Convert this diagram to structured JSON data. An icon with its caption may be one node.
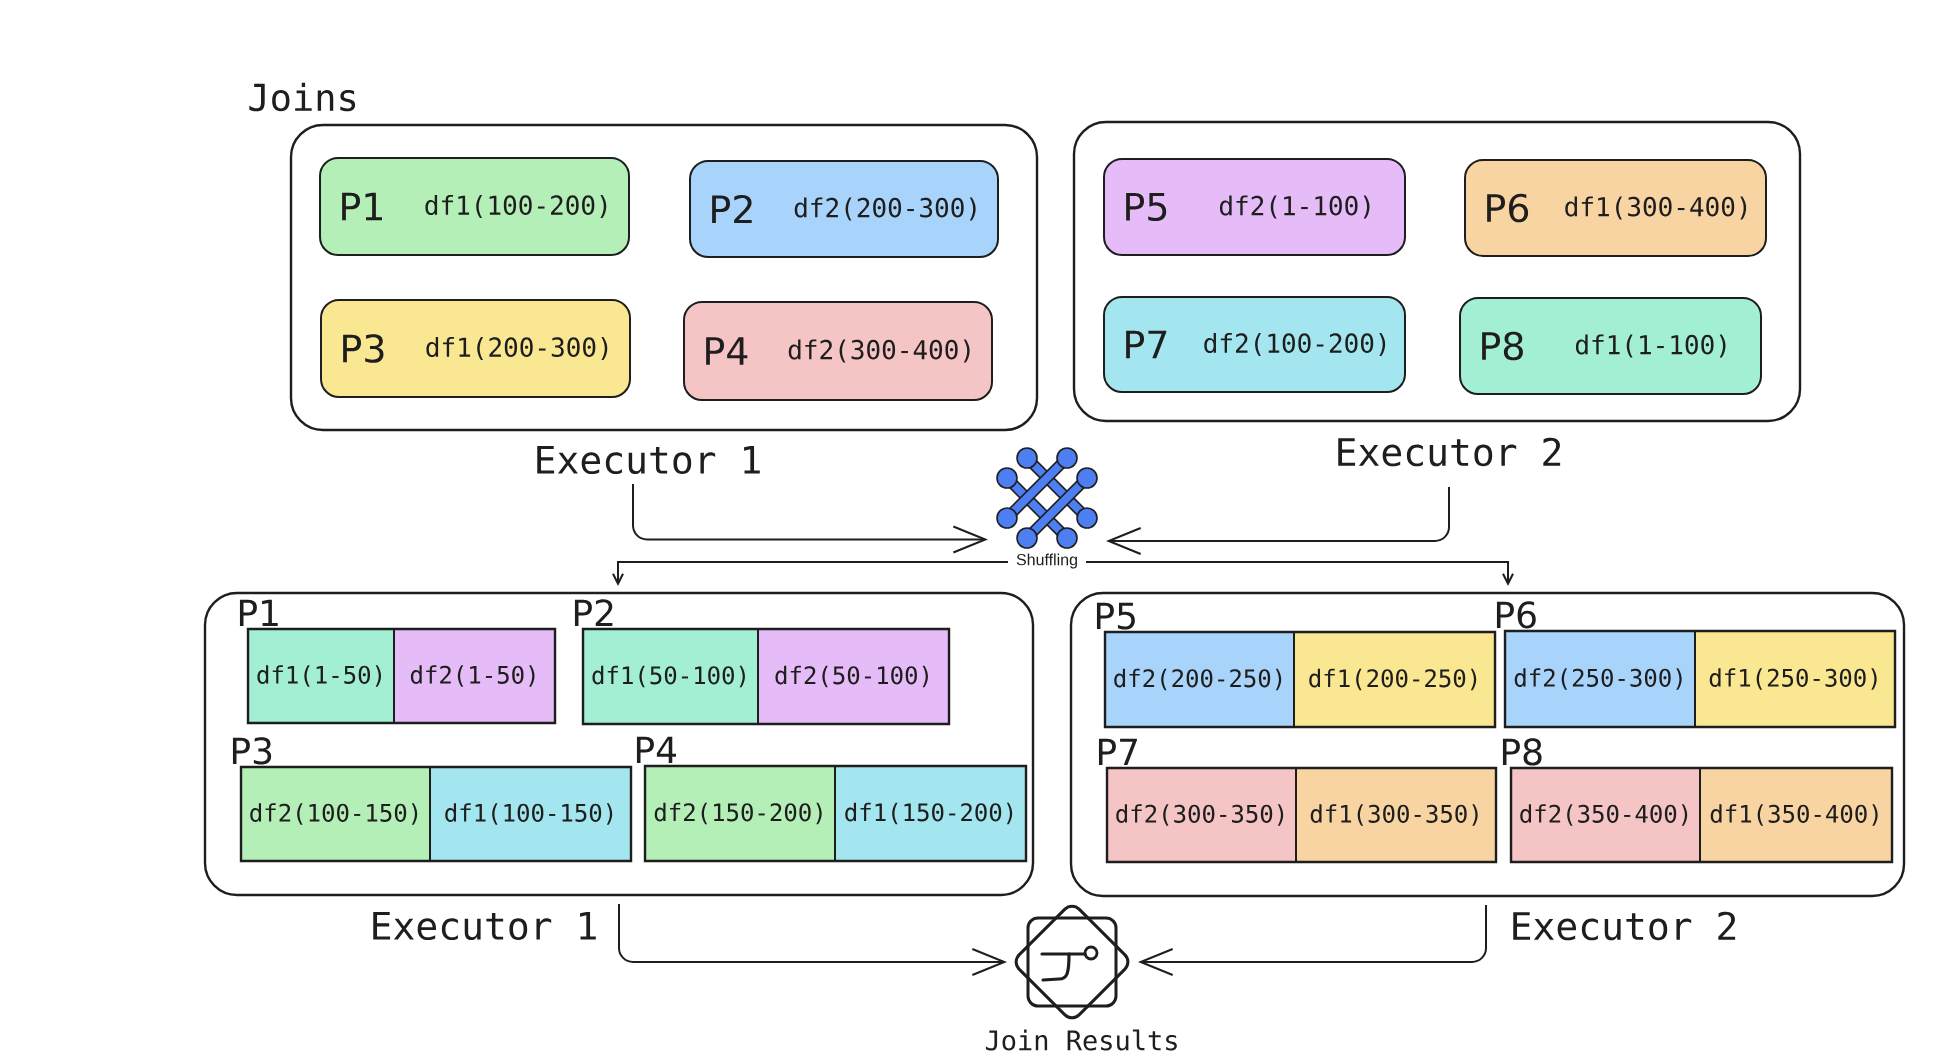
{
  "diagram": {
    "title": "Joins",
    "nodes": [
      {
        "text": [
          "Executor 1"
        ]
      },
      {
        "text": [
          "P1",
          "df1(100-200)"
        ],
        "in": 0
      },
      {
        "text": [
          "P2",
          "df2(200-300)"
        ],
        "in": 0
      },
      {
        "text": [
          "P3",
          "df1(200-300)"
        ],
        "in": 0
      },
      {
        "text": [
          "P4",
          "df2(300-400)"
        ],
        "in": 0
      },
      {
        "text": [
          "Executor 2"
        ]
      },
      {
        "text": [
          "P5",
          "df2(1-100)"
        ],
        "in": 5
      },
      {
        "text": [
          "P6",
          "df1(300-400)"
        ],
        "in": 5
      },
      {
        "text": [
          "P7",
          "df2(100-200)"
        ],
        "in": 5
      },
      {
        "text": [
          "P8",
          "df1(1-100)"
        ],
        "in": 5
      },
      {
        "text": [],
        "shape": "picture",
        "beside": [
          "Shuffling"
        ]
      },
      {
        "text": [
          "Executor 1"
        ]
      },
      {
        "text": [
          "P1"
        ],
        "in": 11
      },
      {
        "text": [
          "df1(1-50)"
        ],
        "in": 12
      },
      {
        "text": [
          "df2(1-50)"
        ],
        "in": 12
      },
      {
        "text": [
          "P2"
        ],
        "in": 11
      },
      {
        "text": [
          "df1(50-100)"
        ],
        "in": 15
      },
      {
        "text": [
          "df2(50-100)"
        ],
        "in": 15
      },
      {
        "text": [
          "P3"
        ],
        "in": 11
      },
      {
        "text": [
          "df2(100-150)"
        ],
        "in": 18
      },
      {
        "text": [
          "df1(100-150)"
        ],
        "in": 18
      },
      {
        "text": [
          "P4"
        ],
        "in": 11
      },
      {
        "text": [
          "df2(150-200)"
        ],
        "in": 21
      },
      {
        "text": [
          "df1(150-200)"
        ],
        "in": 21
      },
      {
        "text": [
          "Executor 2"
        ]
      },
      {
        "text": [
          "P5"
        ],
        "in": 24
      },
      {
        "text": [
          "df2(200-250)"
        ],
        "in": 25
      },
      {
        "text": [
          "df1(200-250)"
        ],
        "in": 25
      },
      {
        "text": [
          "P6"
        ],
        "in": 24
      },
      {
        "text": [
          "df2(250-300)"
        ],
        "in": 28
      },
      {
        "text": [
          "df1(250-300)"
        ],
        "in": 28
      },
      {
        "text": [
          "P7"
        ],
        "in": 24
      },
      {
        "text": [
          "df2(300-350)"
        ],
        "in": 31
      },
      {
        "text": [
          "df1(300-350)"
        ],
        "in": 31
      },
      {
        "text": [
          "P8"
        ],
        "in": 24
      },
      {
        "text": [
          "df2(350-400)"
        ],
        "in": 34
      },
      {
        "text": [
          "df1(350-400)"
        ],
        "in": 34
      },
      {
        "text": [],
        "shape": "picture",
        "beside": [
          "Join Results"
        ]
      }
    ],
    "edges": [
      {
        "from": 0,
        "to": 10,
        "arrow": "to"
      },
      {
        "from": 5,
        "to": 10,
        "arrow": "to"
      },
      {
        "from": 10,
        "to": 11,
        "arrow": "to"
      },
      {
        "from": 10,
        "to": 24,
        "arrow": "to"
      },
      {
        "from": 11,
        "to": 37,
        "arrow": "to"
      },
      {
        "from": 24,
        "to": 37,
        "arrow": "to"
      }
    ]
  }
}
